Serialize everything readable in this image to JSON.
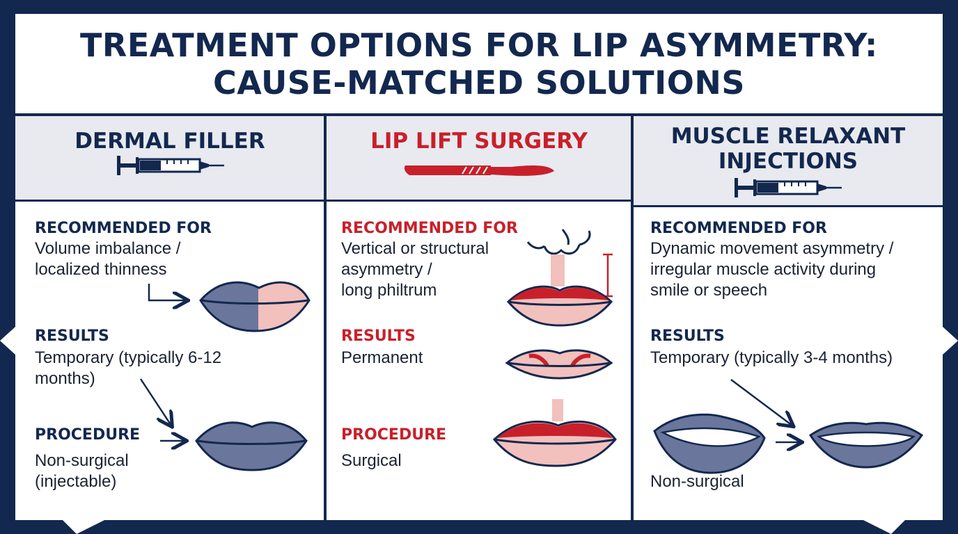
{
  "title": {
    "line1": "TREATMENT OPTIONS FOR LIP ASYMMETRY:",
    "line2": "CAUSE-MATCHED SOLUTIONS"
  },
  "colors": {
    "navy": "#13284f",
    "red": "#c8202a",
    "lip_blue": "#6b769c",
    "lip_pink": "#f2c0bd",
    "header_bg": "#e8eaf0"
  },
  "columns": [
    {
      "title": "DERMAL FILLER",
      "icon": "syringe-icon",
      "recommended_label": "RECOMMENDED FOR",
      "recommended_text": "Volume imbalance /\nlocalized thinness",
      "results_label": "RESULTS",
      "results_text": "Temporary (typically 6-12\nmonths)",
      "procedure_label": "PROCEDURE",
      "procedure_text": "Non-surgical\n(injectable)"
    },
    {
      "title": "LIP LIFT SURGERY",
      "icon": "scalpel-icon",
      "recommended_label": "RECOMMENDED FOR",
      "recommended_text": "Vertical or structural\nasymmetry /\nlong philtrum",
      "results_label": "RESULTS",
      "results_text": "Permanent",
      "procedure_label": "PROCEDURE",
      "procedure_text": "Surgical"
    },
    {
      "title_line1": "MUSCLE RELAXANT",
      "title_line2": "INJECTIONS",
      "icon": "syringe-icon",
      "recommended_label": "RECOMMENDED FOR",
      "recommended_text": "Dynamic movement asymmetry /\nirregular muscle activity during\nsmile or speech",
      "results_label": "RESULTS",
      "results_text": "Temporary (typically 3-4 months)",
      "procedure_text": "Non-surgical"
    }
  ]
}
